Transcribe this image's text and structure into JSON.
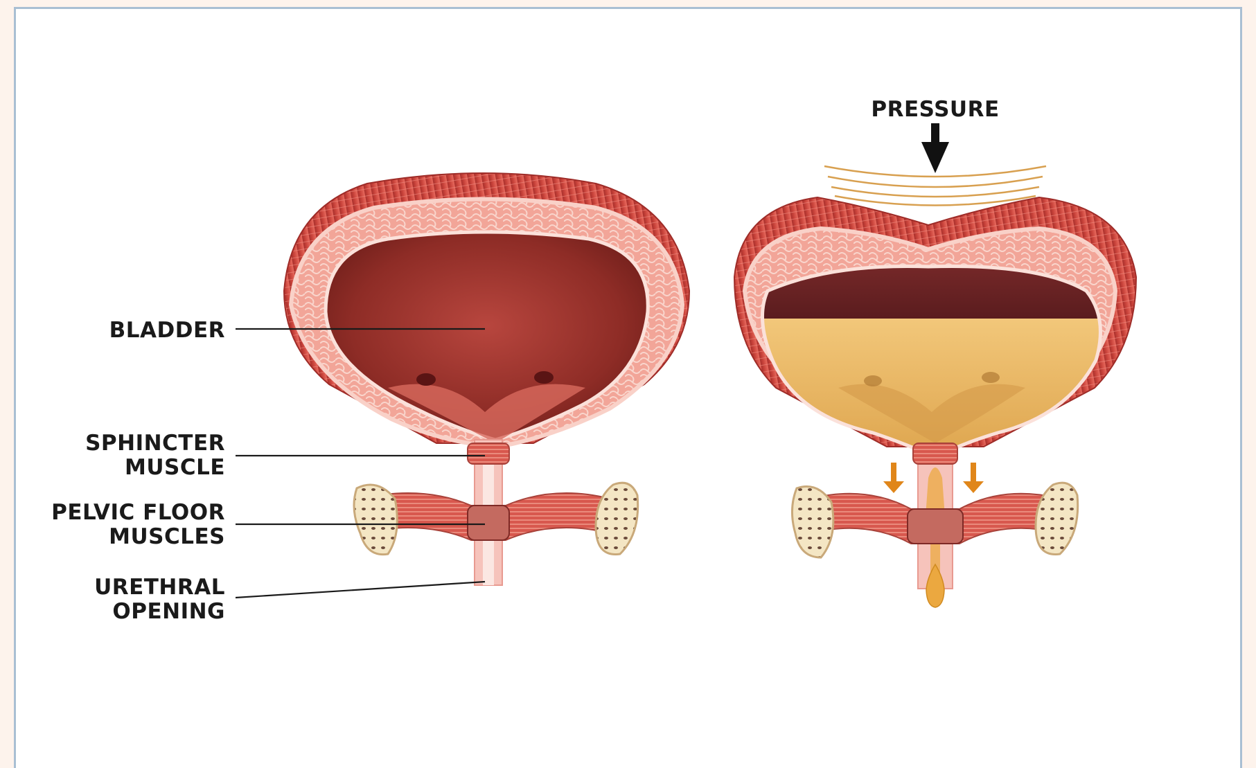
{
  "labels": {
    "bladder": "BLADDER",
    "sphincter_line1": "SPHINCTER",
    "sphincter_line2": "MUSCLE",
    "pelvic_line1": "PELVIC FLOOR",
    "pelvic_line2": "MUSCLES",
    "urethral_line1": "URETHRAL",
    "urethral_line2": "OPENING",
    "pressure": "PRESSURE"
  },
  "colors": {
    "frame_border": "#a9bfd3",
    "page_background": "#fdf3ec",
    "muscle_red": "#c9463e",
    "wall_pink": "#f0a59a",
    "lumen_dark": "#8a2a24",
    "urine": "#e8b25a",
    "arrow_orange": "#e0861a",
    "bone": "#f4e6c4"
  },
  "icons": {
    "pressure_arrow": "arrow-down-icon",
    "drop_arrows": "arrow-down-icon"
  }
}
